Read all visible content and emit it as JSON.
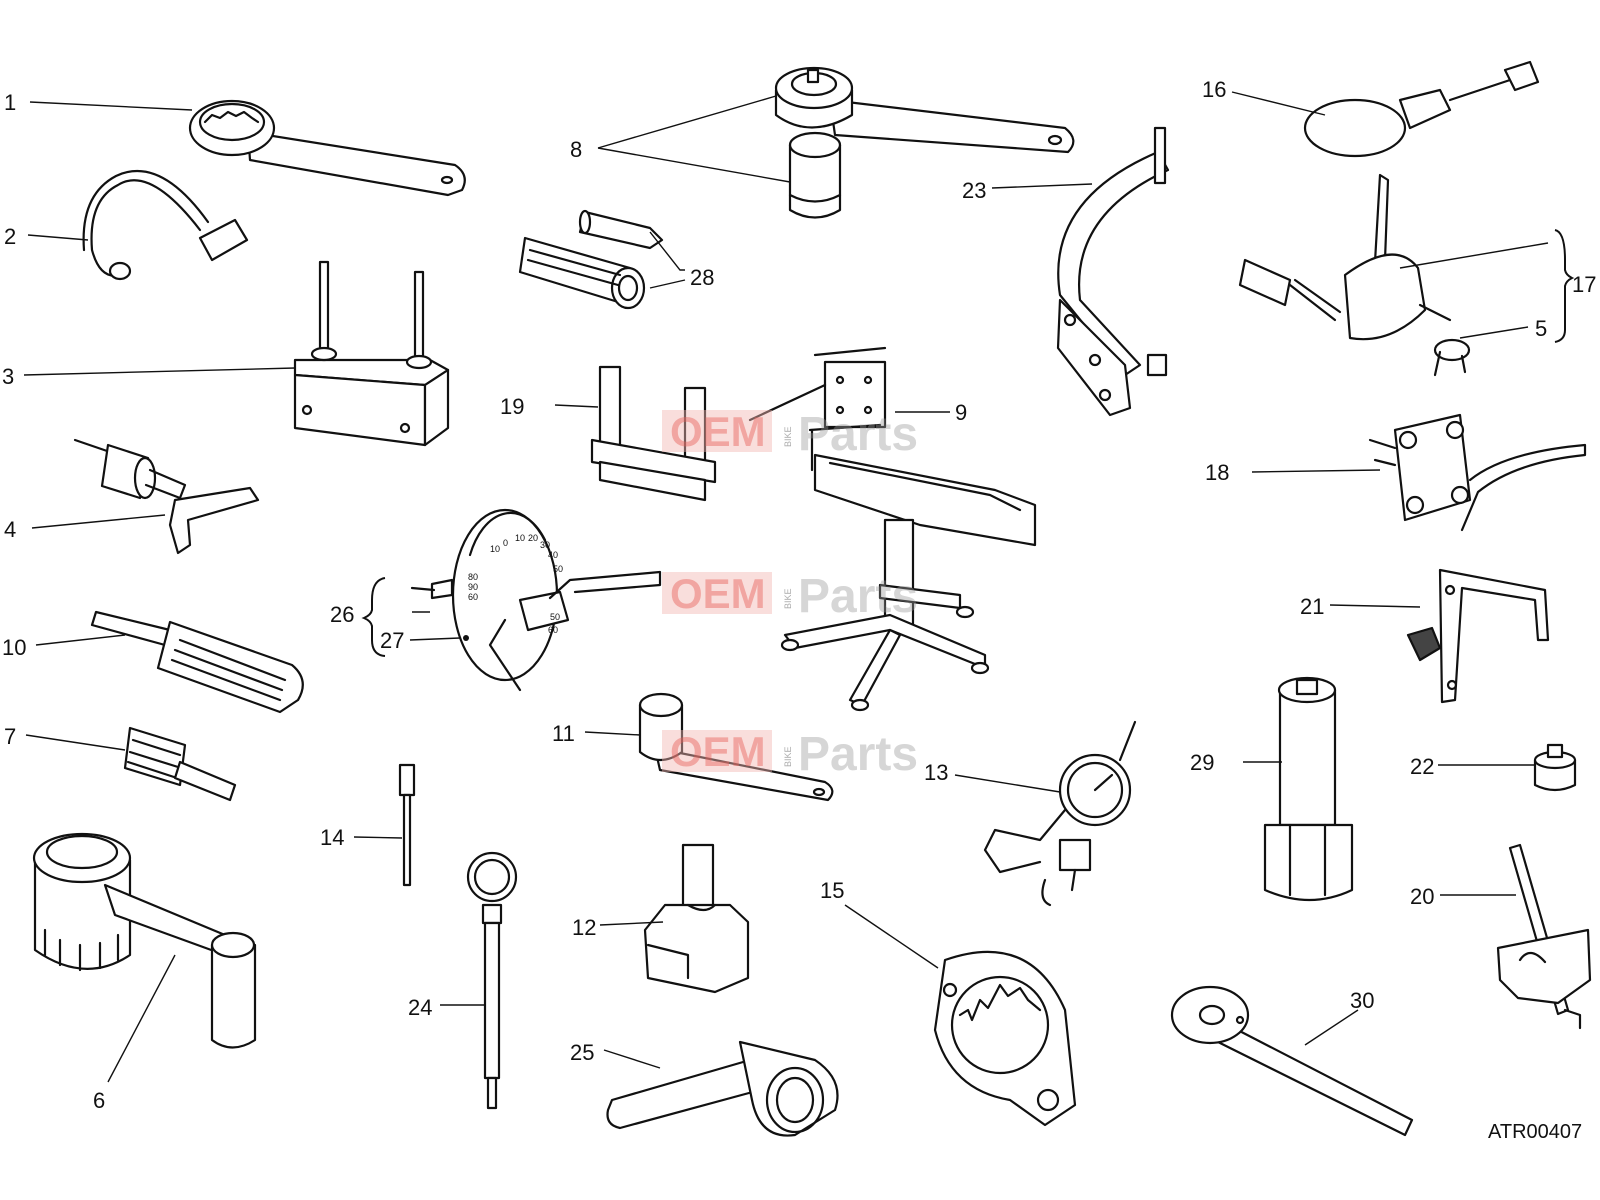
{
  "diagram_code": "ATR00407",
  "watermark": {
    "oem": "OEM",
    "bike": "BIKE",
    "parts": "Parts"
  },
  "dial_ticks": [
    "10",
    "0",
    "10",
    "20",
    "30",
    "40",
    "50",
    "60",
    "90",
    "80",
    "50",
    "60"
  ],
  "callouts": {
    "c1": "1",
    "c2": "2",
    "c3": "3",
    "c4": "4",
    "c5": "5",
    "c6": "6",
    "c7": "7",
    "c8": "8",
    "c9": "9",
    "c10": "10",
    "c11": "11",
    "c12": "12",
    "c13": "13",
    "c14": "14",
    "c15": "15",
    "c16": "16",
    "c17": "17",
    "c18": "18",
    "c19": "19",
    "c20": "20",
    "c21": "21",
    "c22": "22",
    "c23": "23",
    "c24": "24",
    "c25": "25",
    "c26": "26",
    "c27": "27",
    "c28": "28",
    "c29": "29",
    "c30": "30"
  }
}
